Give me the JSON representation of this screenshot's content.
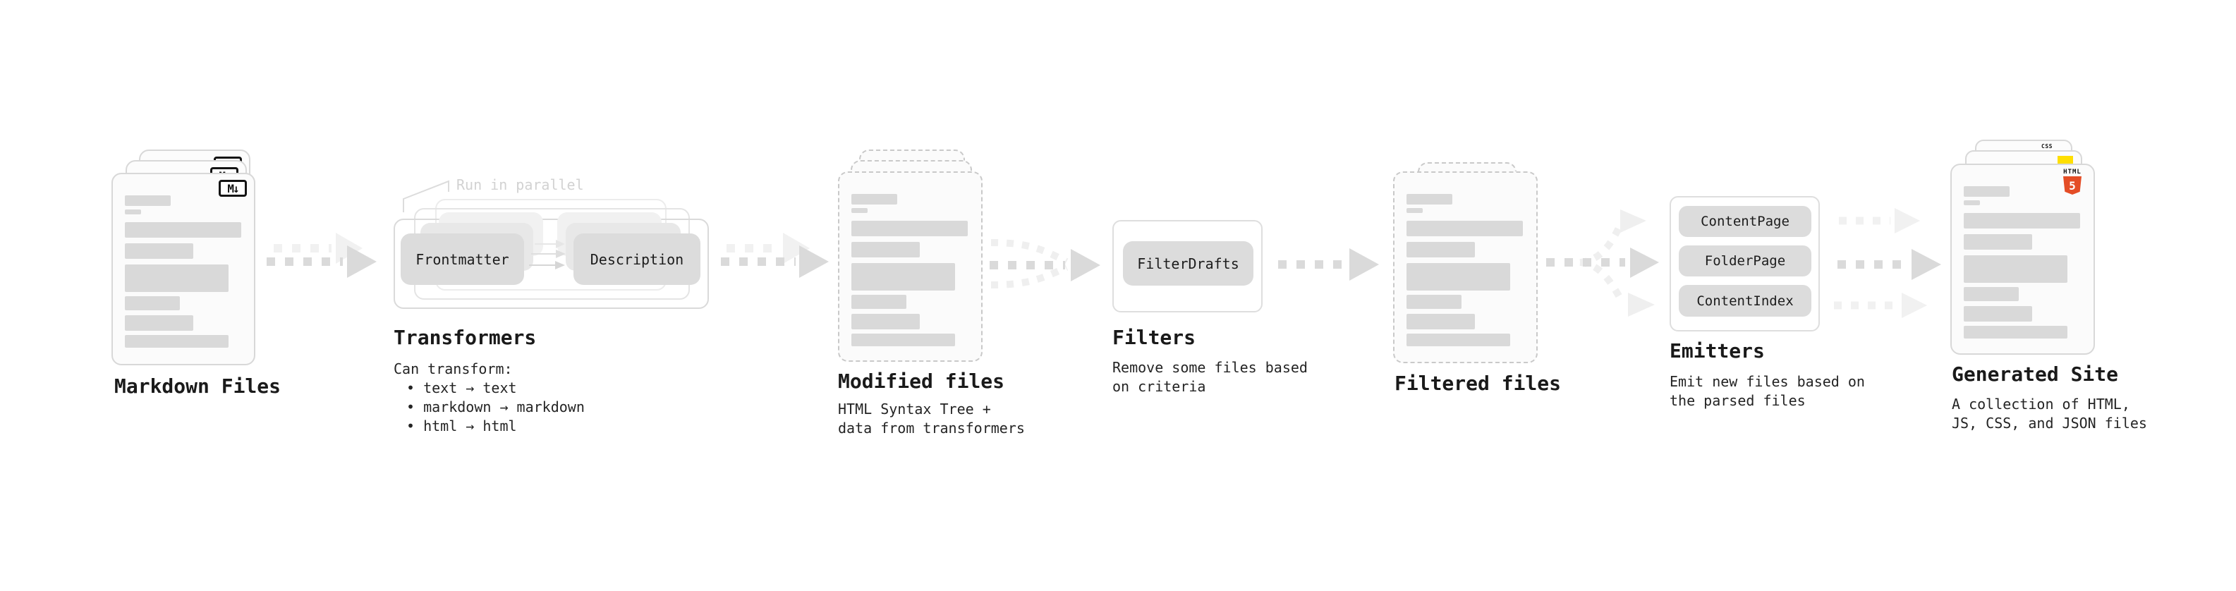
{
  "sections": {
    "markdown": {
      "title": "Markdown Files",
      "badge": "M↓"
    },
    "transformers": {
      "title": "Transformers",
      "annotation": "Run in parallel",
      "pill_left": "Frontmatter",
      "pill_right": "Description",
      "heading": "Can transform:",
      "bullet_char": "•",
      "bullets": [
        "text → text",
        "markdown → markdown",
        "html → html"
      ]
    },
    "modified": {
      "title": "Modified files",
      "subtitle_line1": "HTML Syntax Tree +",
      "subtitle_line2": "data from transformers"
    },
    "filters": {
      "title": "Filters",
      "pill": "FilterDrafts",
      "subtitle_line1": "Remove some files based",
      "subtitle_line2": "on criteria"
    },
    "filtered": {
      "title": "Filtered files"
    },
    "emitters": {
      "title": "Emitters",
      "pills": [
        "ContentPage",
        "FolderPage",
        "ContentIndex"
      ],
      "subtitle_line1": "Emit new files based on",
      "subtitle_line2": "the parsed files"
    },
    "generated": {
      "title": "Generated Site",
      "subtitle_line1": "A collection of HTML,",
      "subtitle_line2": "JS, CSS, and JSON files",
      "css_badge_label": "CSS",
      "html5_word": "HTML",
      "html5_number": "5"
    }
  },
  "colors": {
    "html5_orange": "#e44d26",
    "js_yellow": "#ffdf00",
    "css_blue": "#3e6ff0",
    "arrow_dark": "#dadada",
    "arrow_light": "#f1f1f1",
    "annotation_gray": "#d2d2d2"
  }
}
